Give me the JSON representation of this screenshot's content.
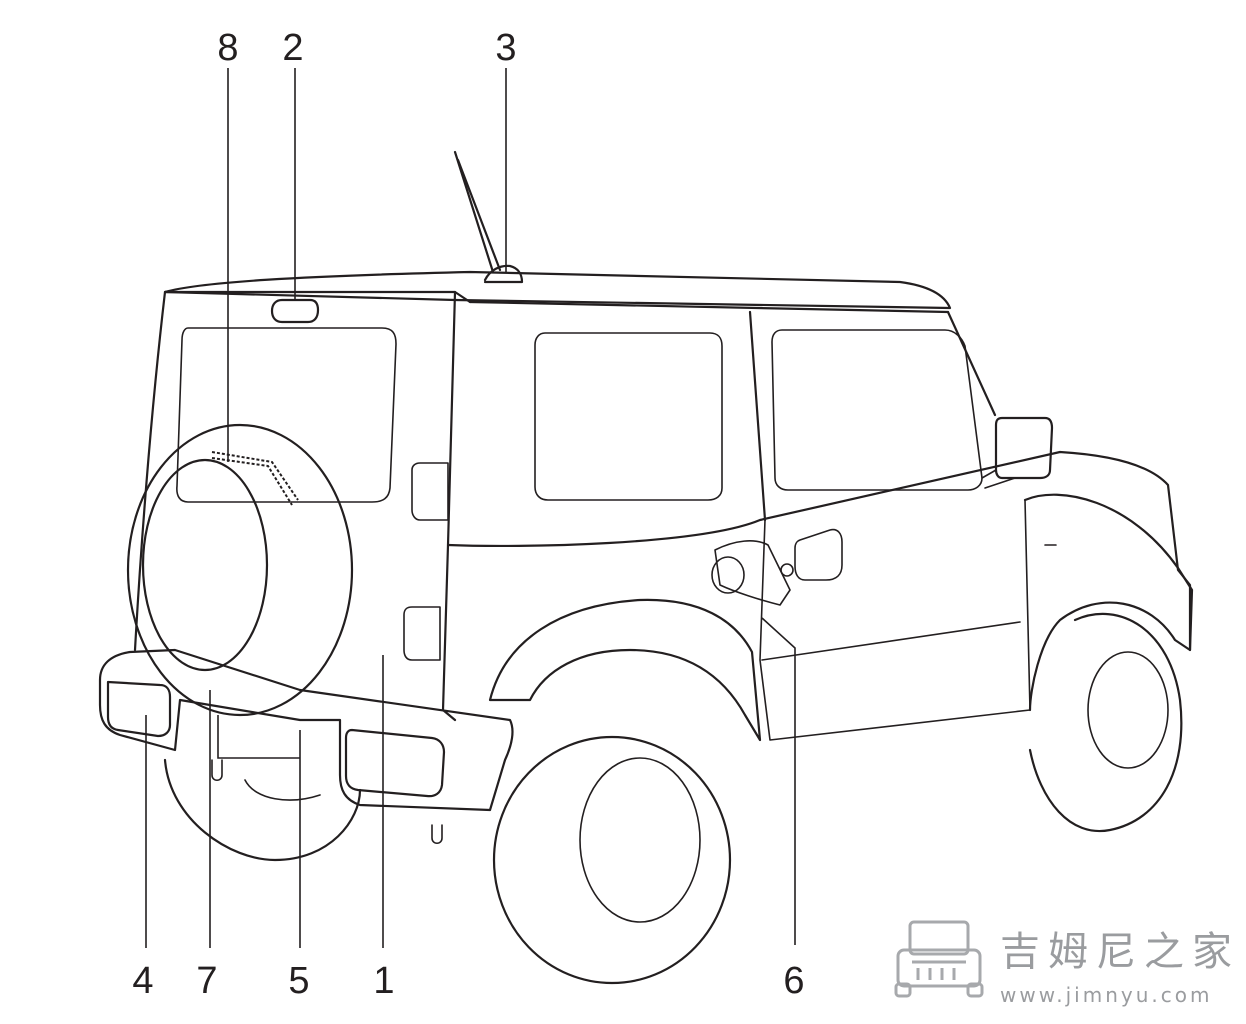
{
  "callouts": [
    {
      "id": "8",
      "label": "8"
    },
    {
      "id": "2",
      "label": "2"
    },
    {
      "id": "3",
      "label": "3"
    },
    {
      "id": "4",
      "label": "4"
    },
    {
      "id": "7",
      "label": "7"
    },
    {
      "id": "5",
      "label": "5"
    },
    {
      "id": "1",
      "label": "1"
    },
    {
      "id": "6",
      "label": "6"
    }
  ],
  "watermark": {
    "title": "吉姆尼之家",
    "url": "www.jimnyu.com"
  }
}
